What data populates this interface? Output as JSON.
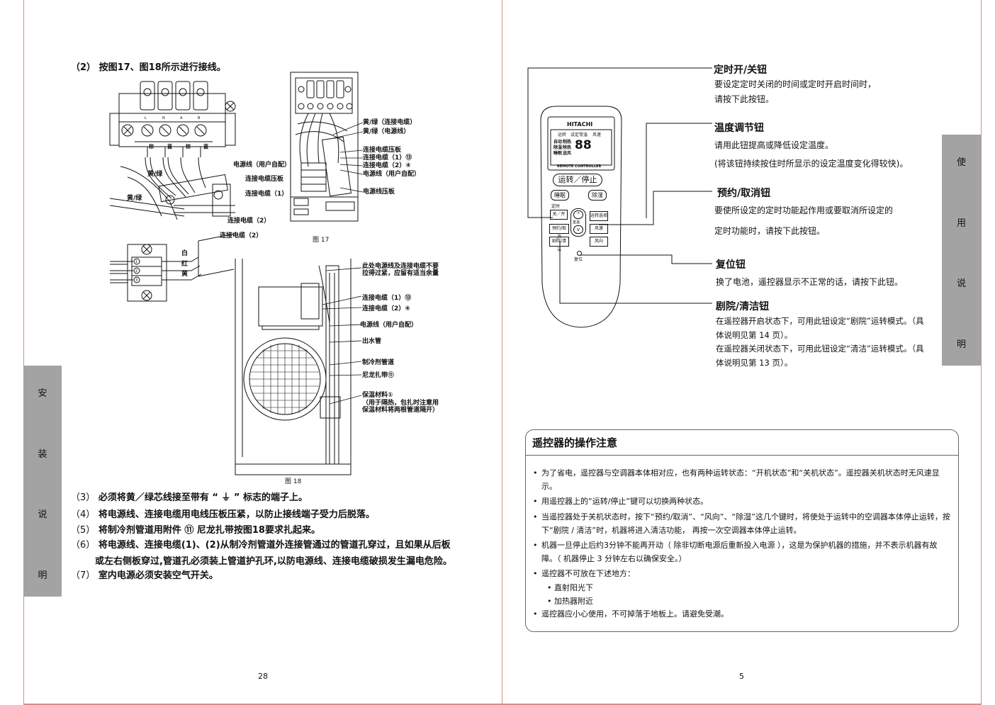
{
  "left_page": {
    "intro_step": "（2） 按图17、图18所示进行接线。",
    "fig17": {
      "terminal_marks": [
        "L",
        "N",
        "A",
        "B"
      ],
      "wire_colors": [
        "棕",
        "蓝",
        "棕",
        "蓝"
      ],
      "labels": {
        "power_cable_user": "电源线（用户自配）",
        "cable_clamp": "连接电缆压板",
        "yellow_green_a": "黄/绿",
        "yellow_green_b": "黄/绿",
        "conn_cable_1": "连接电缆（1）",
        "conn_cable_2": "连接电缆（2）",
        "yg_conn": "黄/绿（连接电缆）",
        "yg_power": "黄/绿（电源线）",
        "clamp_r": "连接电缆压板",
        "conn1_r": "连接电缆（1）⑬",
        "conn2_r": "连接电缆（2）④",
        "power_r": "电源线（用户自配）",
        "power_clamp_r": "电源线压板"
      },
      "caption": "图 17"
    },
    "fig18": {
      "top_label": "连接电缆（2）",
      "terminal_nums": [
        "1",
        "2",
        "3"
      ],
      "wire_colors": [
        "白",
        "红",
        "黄"
      ],
      "labels": {
        "note_slack": "此处电源线及连接电缆不要拉得过紧，应留有适当余量",
        "conn1": "连接电缆（1）⑬",
        "conn2": "连接电缆（2）④",
        "power": "电源线（用户自配）",
        "drain": "出水管",
        "refrig": "制冷剂管道",
        "nylon": "尼龙扎带⑪",
        "insul": "保温材料①",
        "insul_note": "（用于隔热，包扎时注意用保温材料将两根管道隔开）"
      },
      "caption": "图 18"
    },
    "steps": [
      {
        "num": "（3）",
        "text": "必须将黄／绿芯线接至带有 “ ⏚ ” 标志的端子上。"
      },
      {
        "num": "（4）",
        "text": "将电源线、连接电缆用电线压板压紧，以防止接线端子受力后脱落。"
      },
      {
        "num": "（5）",
        "text": "将制冷剂管道用附件 ⑪ 尼龙扎带按图18要求扎起来。"
      },
      {
        "num": "（6）",
        "text": "将电源线、连接电缆(1)、(2)从制冷剂管道外连接管通过的管道孔穿过，且如果从后板"
      },
      {
        "num": "",
        "text": "或左右侧板穿过,管道孔必须装上管道护孔环,以防电源线、连接电缆破损发生漏电危险。"
      },
      {
        "num": "（7）",
        "text": "室内电源必须安装空气开关。"
      }
    ],
    "side_tab": [
      "安",
      "装",
      "说",
      "明"
    ],
    "page_number": "28"
  },
  "right_page": {
    "remote": {
      "brand": "HITACHI",
      "top_labels": [
        "运转",
        "设定常温",
        "风速"
      ],
      "lcd_left": [
        "自动",
        "制热",
        "除湿",
        "除热",
        "睡眠",
        "送风"
      ],
      "footer": "REMOTE CONTROLLER",
      "buttons": {
        "run_stop": "运转／停止",
        "sleep": "睡眠",
        "dehumid": "除湿",
        "timer_group": "定时",
        "on_off": "关／开",
        "mode": "运转选择",
        "temp": "室温",
        "reserve": "预约/取消",
        "fan_speed": "风速",
        "theater": "剧院/清洁",
        "wind_dir": "风向",
        "reset": "复位"
      }
    },
    "functions": [
      {
        "title": "定时开/关钮",
        "desc": [
          "要设定定时关闭的时间或定时开启时间时，",
          "请按下此按钮。"
        ]
      },
      {
        "title": "温度调节钮",
        "desc": [
          "请用此钮提高或降低设定温度。",
          "(将该钮持续按住时所显示的设定温度变化得较快)。"
        ]
      },
      {
        "title": "预约/取消钮",
        "desc": [
          "要使所设定的定时功能起作用或要取消所设定的",
          "定时功能时，请按下此按钮。"
        ]
      },
      {
        "title": "复位钮",
        "desc": [
          "换了电池，遥控器显示不正常的话，请按下此钮。"
        ]
      },
      {
        "title": "剧院/清洁钮",
        "desc": [
          "在遥控器开启状态下，可用此钮设定“剧院”运转模式。（具体说明见第 14 页）。",
          "在遥控器关闭状态下，可用此钮设定“清洁”运转模式。（具体说明见第 13 页）。"
        ]
      }
    ],
    "notes": {
      "title": "遥控器的操作注意",
      "items": [
        "为了省电，遥控器与空调器本体相对应，也有两种运转状态：“开机状态”和“关机状态”。遥控器关机状态时无风速显示。",
        "用遥控器上的“运转/停止”键可以切换两种状态。",
        "当遥控器处于关机状态时，按下“预约/取消”、“风向”、“除湿”这几个键时，将使处于运转中的空调器本体停止运转，按下“剧院 / 清洁”时，机器将进入清洁功能， 再按一次空调器本体停止运转。",
        "机器一旦停止后约3分钟不能再开动（ 除非切断电源后重新投入电源 ），这是为保护机器的措施，并不表示机器有故障。（ 机器停止 3 分钟左右以确保安全。）",
        "遥控器不可放在下述地方："
      ],
      "sub_items": [
        "• 直射阳光下",
        "• 加热器附近"
      ],
      "last_item": "遥控器应小心使用，不可掉落于地板上。请避免受潮。",
      "bullet": "•"
    },
    "side_tab": [
      "使",
      "用",
      "说",
      "明"
    ],
    "page_number": "5"
  }
}
